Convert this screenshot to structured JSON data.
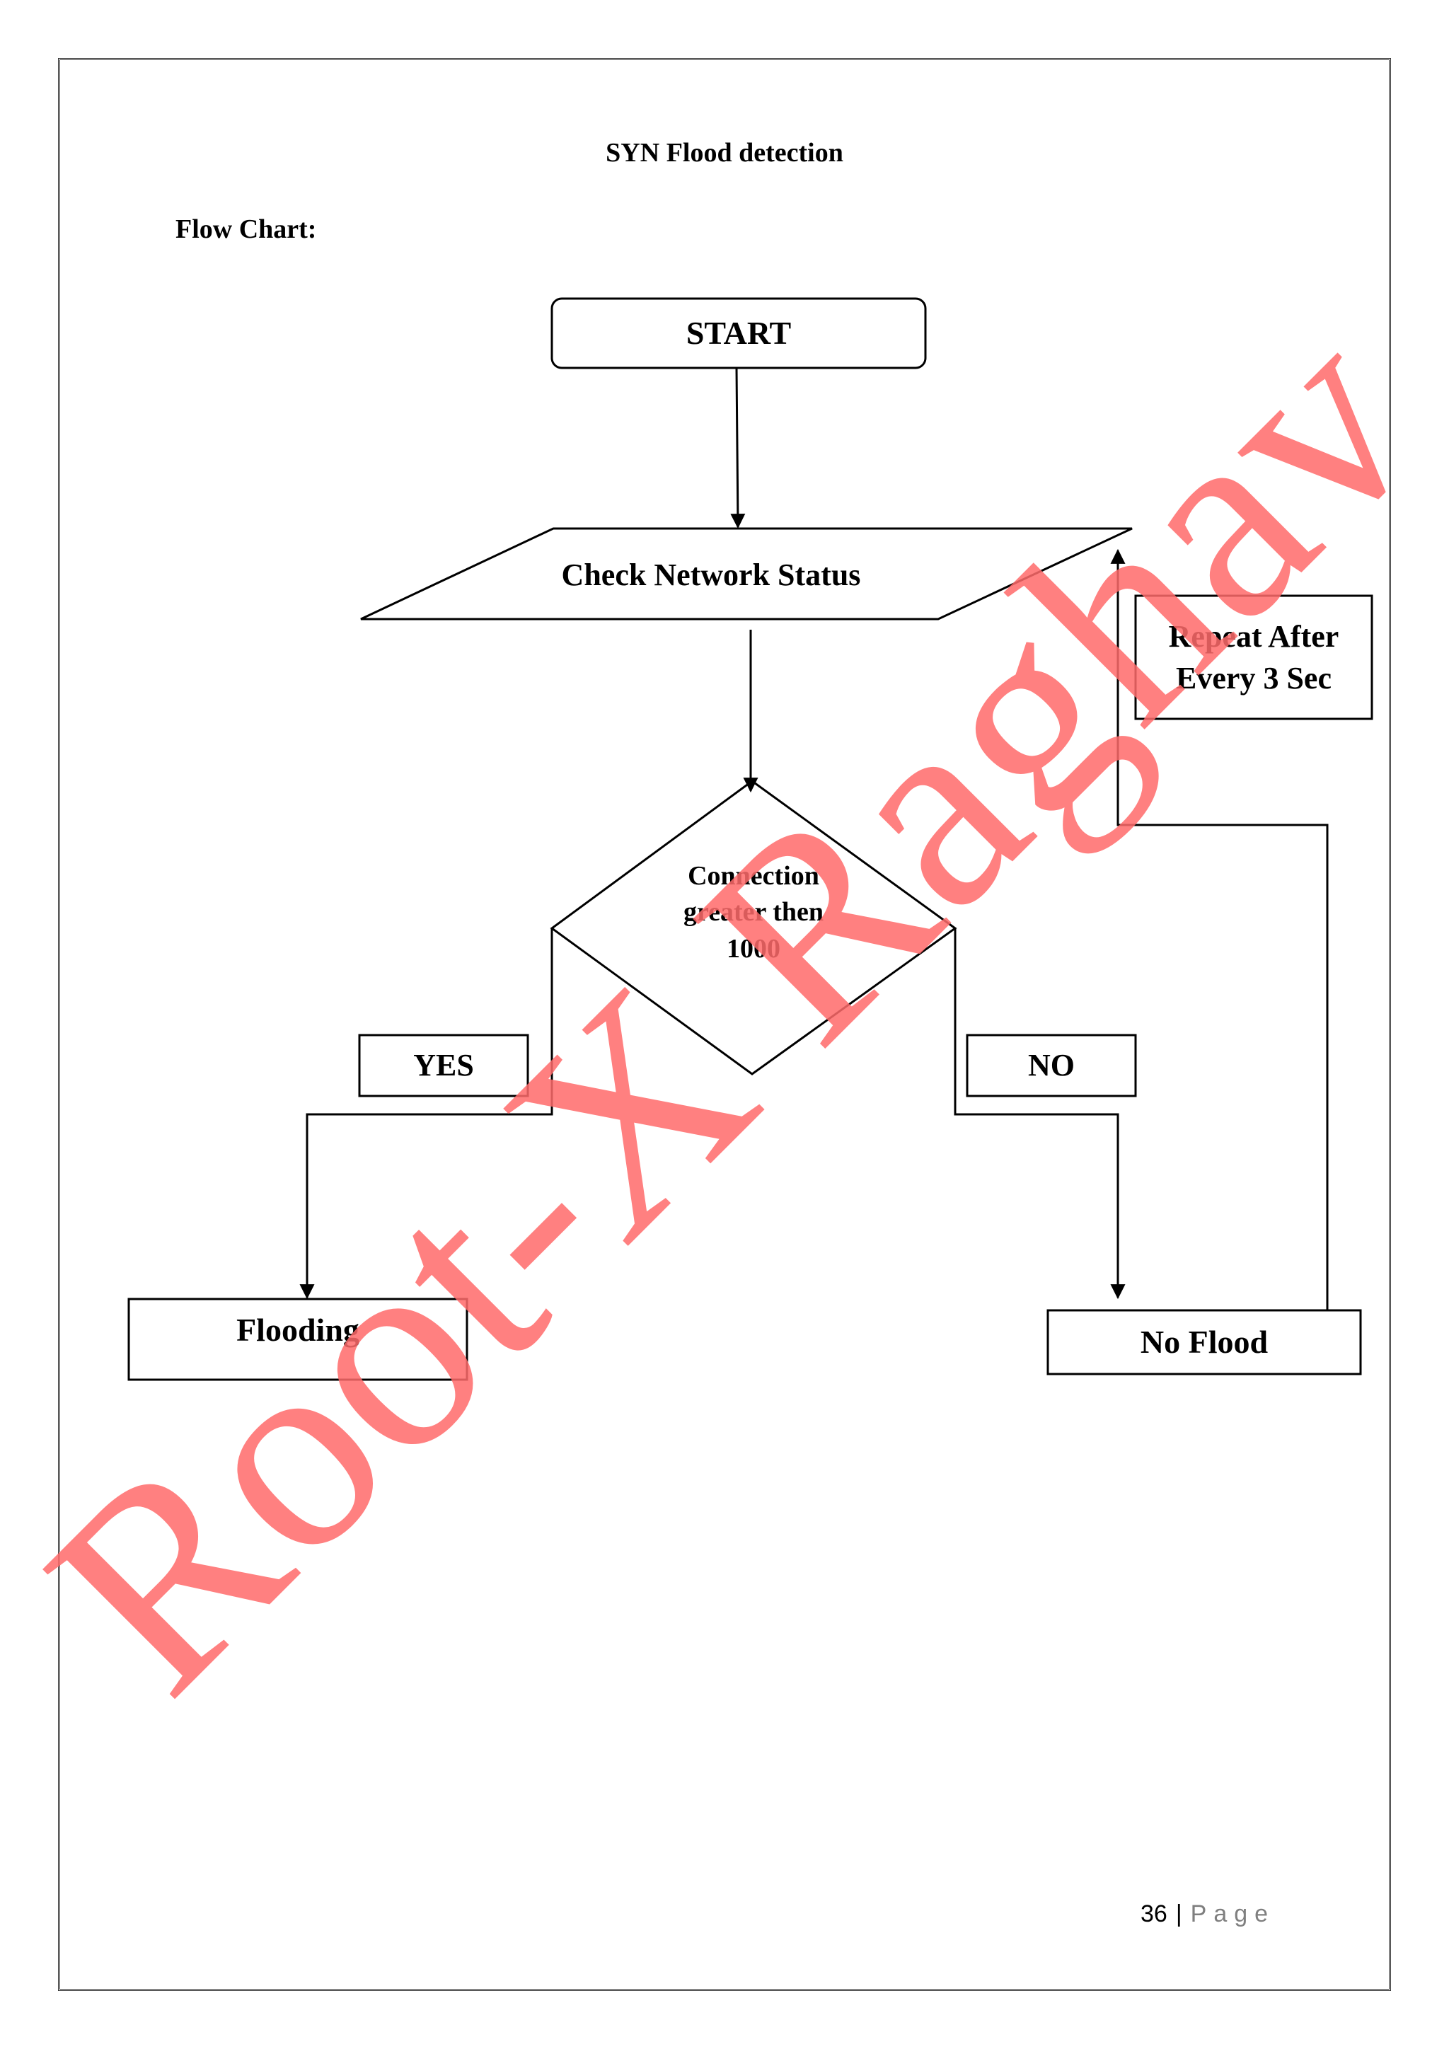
{
  "document": {
    "title": "SYN Flood detection",
    "section_label": "Flow Chart:"
  },
  "flowchart": {
    "start": "START",
    "check_status": "Check Network Status",
    "decision": {
      "line1": "Connection",
      "line2": "greater then",
      "line3": "1000"
    },
    "yes_label": "YES",
    "no_label": "NO",
    "flooding": "Flooding",
    "no_flood": "No Flood",
    "repeat": {
      "line1": "Repeat After",
      "line2": "Every 3 Sec"
    }
  },
  "watermark": {
    "text": "Root-X Raghav",
    "color": "#ff6b6b"
  },
  "footer": {
    "page_number": "36",
    "separator": "|",
    "page_word": "Page"
  }
}
